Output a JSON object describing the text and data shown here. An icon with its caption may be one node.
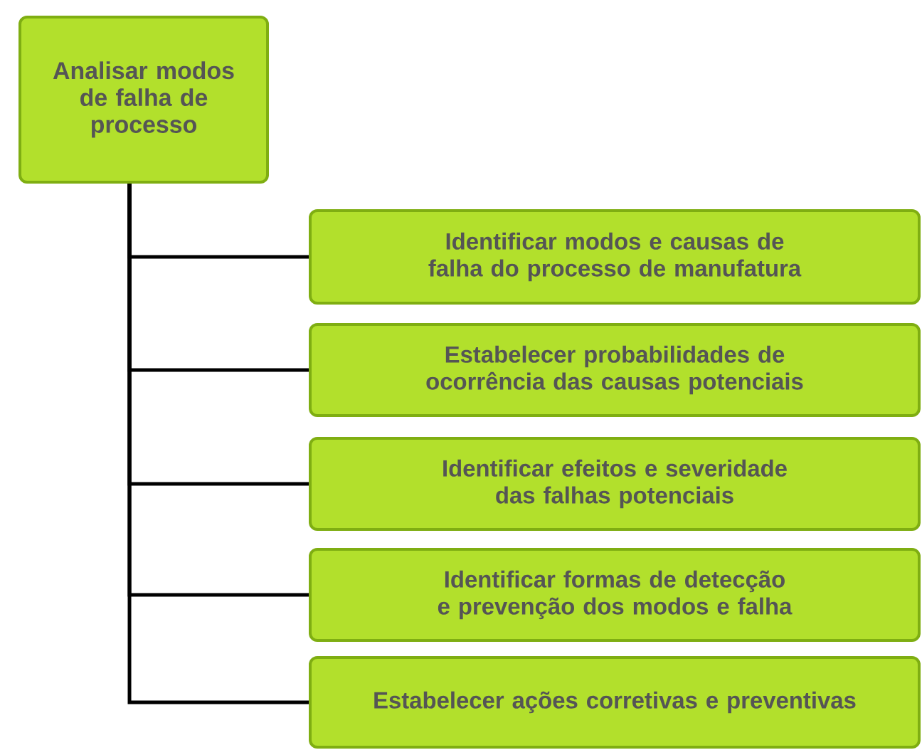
{
  "diagram": {
    "nodes": [
      {
        "text": [
          "Analisar modos de falha de processo"
        ]
      },
      {
        "text": [
          "Identificar modos e causas de falha do processo de manufatura"
        ]
      },
      {
        "text": [
          "Estabelecer probabilidades de ocorrência das causas potenciais"
        ]
      },
      {
        "text": [
          "Identificar efeitos e severidade das falhas potenciais"
        ]
      },
      {
        "text": [
          "Identificar formas de detecção e prevenção dos modos e falha"
        ]
      },
      {
        "text": [
          "Estabelecer ações corretivas e preventivas"
        ]
      }
    ],
    "edges": [
      {
        "from": 0,
        "to": 1,
        "arrow": "none"
      },
      {
        "from": 0,
        "to": 2,
        "arrow": "none"
      },
      {
        "from": 0,
        "to": 3,
        "arrow": "none"
      },
      {
        "from": 0,
        "to": 4,
        "arrow": "none"
      },
      {
        "from": 0,
        "to": 5,
        "arrow": "none"
      }
    ]
  }
}
